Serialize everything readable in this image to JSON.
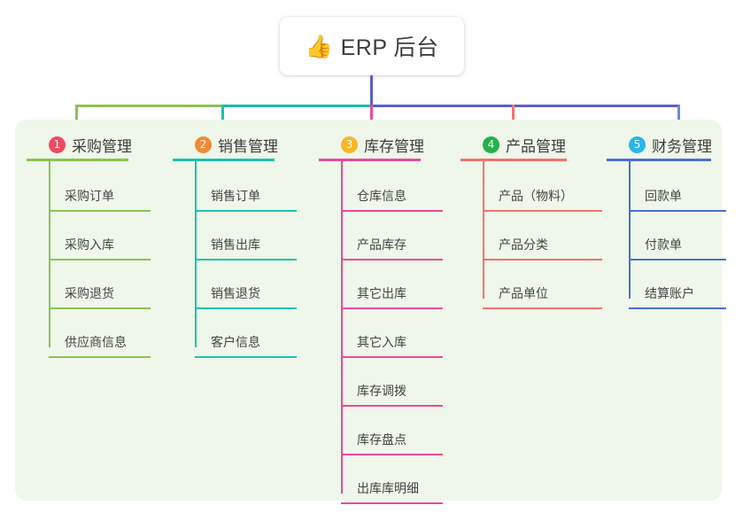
{
  "root": {
    "emoji": "👍",
    "icon_name": "thumbs-up-icon",
    "title": "ERP 后台"
  },
  "panel": {
    "background": "#eef7e9"
  },
  "connectors": {
    "root_stem_color": "#5b5fc7",
    "bus_left_color": "#8cc152",
    "bus_mid_color": "#18bfa0",
    "bus_right_color": "#5b5fc7"
  },
  "branches": [
    {
      "number": "1",
      "title": "采购管理",
      "badge_color": "#ef4a63",
      "line_color": "#8cc152",
      "drop_color": "#8cc152",
      "items": [
        "采购订单",
        "采购入库",
        "采购退货",
        "供应商信息"
      ]
    },
    {
      "number": "2",
      "title": "销售管理",
      "badge_color": "#f08a34",
      "line_color": "#19c2b0",
      "drop_color": "#19c2b0",
      "items": [
        "销售订单",
        "销售出库",
        "销售退货",
        "客户信息"
      ]
    },
    {
      "number": "3",
      "title": "库存管理",
      "badge_color": "#f5b826",
      "line_color": "#e84a9c",
      "drop_color": "#e84a9c",
      "items": [
        "仓库信息",
        "产品库存",
        "其它出库",
        "其它入库",
        "库存调拨",
        "库存盘点",
        "出库库明细"
      ]
    },
    {
      "number": "4",
      "title": "产品管理",
      "badge_color": "#22b14c",
      "line_color": "#f2726f",
      "drop_color": "#f2726f",
      "items": [
        "产品（物料）",
        "产品分类",
        "产品单位"
      ]
    },
    {
      "number": "5",
      "title": "财务管理",
      "badge_color": "#29b6e8",
      "line_color": "#4a6fd4",
      "drop_color": "#6f85d8",
      "items": [
        "回款单",
        "付款单",
        "结算账户"
      ]
    }
  ]
}
